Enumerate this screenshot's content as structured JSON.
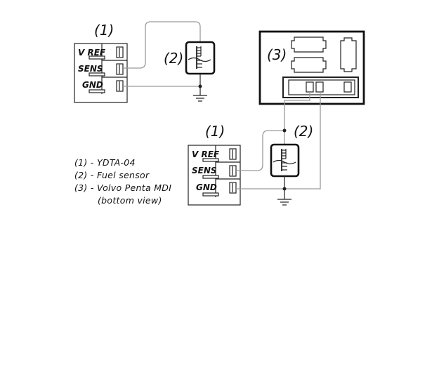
{
  "labels": {
    "ydta_top": "(1)",
    "ydta_bottom": "(1)",
    "sensor_top": "(2)",
    "sensor_bottom": "(2)",
    "mdi": "(3)"
  },
  "pins": {
    "vref": "V REF",
    "sens": "SENS",
    "gnd": "GND"
  },
  "legend": [
    "(1) - YDTA-04",
    "(2) - Fuel sensor",
    "(3) - Volvo Penta MDI",
    "(bottom view)"
  ]
}
